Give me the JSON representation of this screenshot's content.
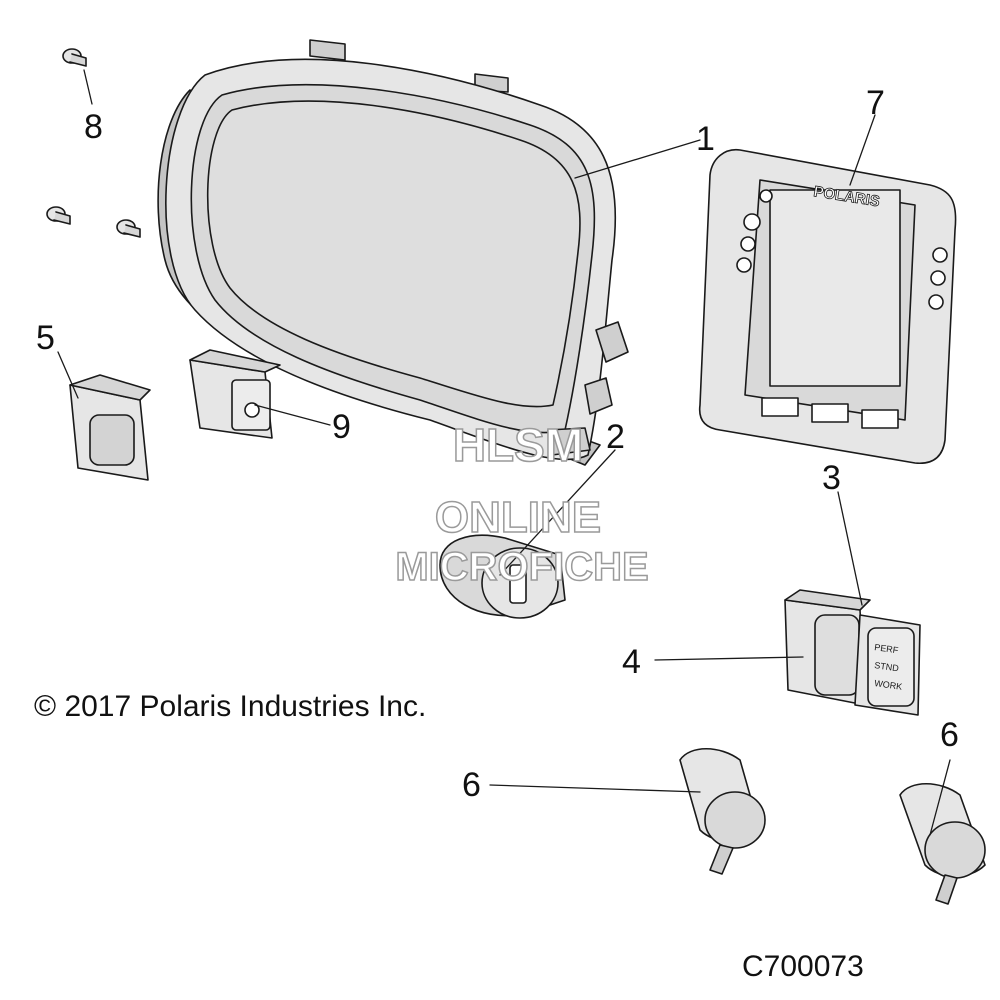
{
  "callouts": {
    "c1": "1",
    "c2": "2",
    "c3": "3",
    "c4": "4",
    "c5": "5",
    "c6a": "6",
    "c6b": "6",
    "c7": "7",
    "c8": "8",
    "c9": "9"
  },
  "copyright": "© 2017 Polaris Industries Inc.",
  "diagram_code": "C700073",
  "watermark": {
    "line1": "HLSM",
    "line2": "ONLINE",
    "line3": "MICROFICHE"
  },
  "part_markings": {
    "display_brand": "POLARIS",
    "mode_switch_line1": "PERF",
    "mode_switch_line2": "STND",
    "mode_switch_line3": "WORK"
  },
  "colors": {
    "line": "#1a1a1a",
    "part_fill": "#e6e6e6",
    "part_shade": "#c4c4c4",
    "watermark_outline": "#9a9a9a"
  }
}
